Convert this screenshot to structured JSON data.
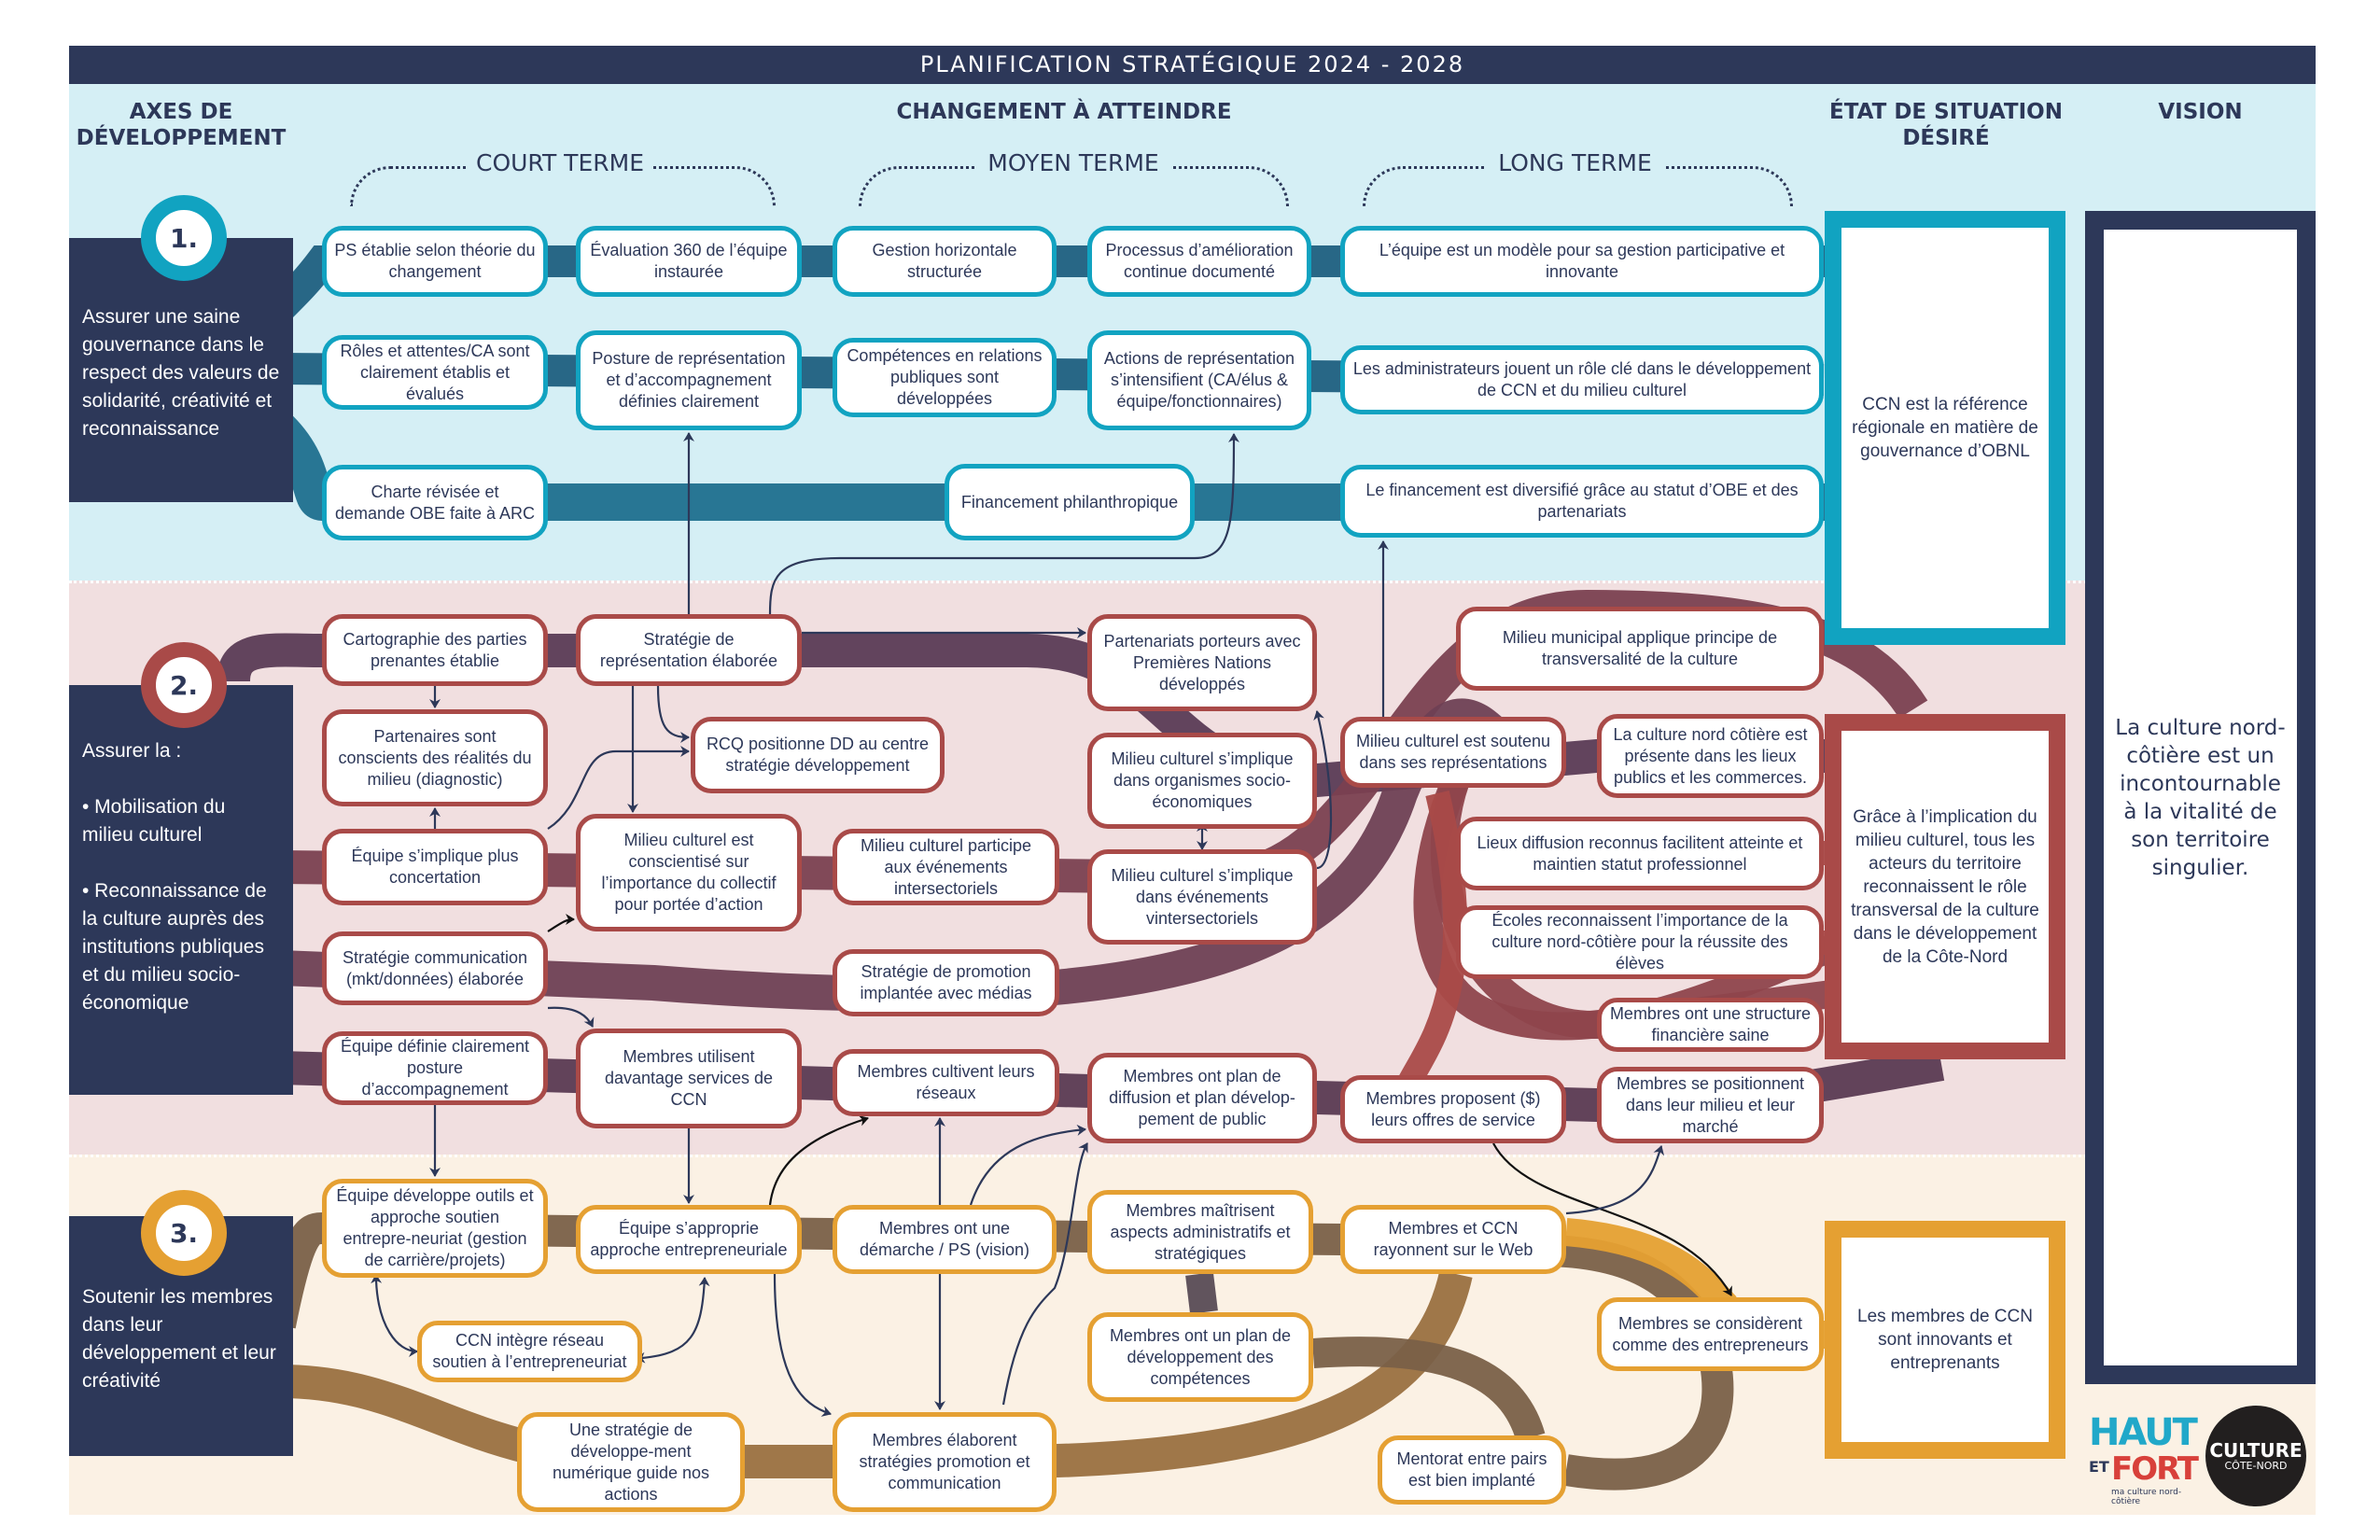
{
  "title": "PLANIFICATION STRATÉGIQUE 2024 - 2028",
  "columns": {
    "axes": "AXES DE\nDÉVELOPPEMENT",
    "changement": "CHANGEMENT À ATTEINDRE",
    "etat": "ÉTAT DE SITUATION\nDÉSIRÉ",
    "vision": "VISION"
  },
  "terms": {
    "court": "COURT TERME",
    "moyen": "MOYEN TERME",
    "long": "LONG TERME"
  },
  "colors": {
    "teal": "#11a3c1",
    "red": "#a94a48",
    "orange": "#e5a032",
    "navy": "#2d3859"
  },
  "axes": [
    {
      "number": "1.",
      "text": "Assurer une saine gouvernance dans le respect des valeurs de solidarité, créativité et reconnaissance"
    },
    {
      "number": "2.",
      "text": "Assurer la :\n\n• Mobilisation du milieu culturel\n\n• Reconnaissance de la culture auprès des institutions publiques et du milieu socio-économique"
    },
    {
      "number": "3.",
      "text": "Soutenir les membres dans leur développement et leur créativité"
    }
  ],
  "nodes": {
    "n1a": "PS établie selon théorie du changement",
    "n1b": "Évaluation 360 de l’équipe instaurée",
    "n1c": "Gestion horizontale structurée",
    "n1d": "Processus d’amélioration continue documenté",
    "n1e": "L’équipe est un modèle pour sa gestion participative et innovante",
    "n1f": "Rôles et attentes/CA sont clairement établis et évalués",
    "n1g": "Posture de représentation et d’accompagnement définies clairement",
    "n1h": "Compétences en relations publiques sont développées",
    "n1i": "Actions de représentation s’intensifient (CA/élus & équipe/fonctionnaires)",
    "n1j": "Les administrateurs jouent un rôle clé dans le développement de CCN et du milieu culturel",
    "n1k": "Charte révisée et demande OBE faite à ARC",
    "n1l": "Financement philanthropique",
    "n1m": "Le financement est diversifié grâce au statut d’OBE et des partenariats",
    "n2a": "Cartographie des parties prenantes établie",
    "n2b": "Stratégie de représentation élaborée",
    "n2c": "Partenariats porteurs avec Premières Nations développés",
    "n2d": "Milieu municipal applique principe de transversalité de la culture",
    "n2e": "Partenaires sont conscients des réalités du milieu (diagnostic)",
    "n2f": "RCQ positionne DD au centre stratégie développement",
    "n2g": "Milieu culturel s’implique dans organismes socio-économiques",
    "n2h": "Milieu culturel est soutenu dans ses représentations",
    "n2i": "La culture nord côtière est présente dans les lieux publics et les commerces.",
    "n2j": "Équipe s’implique plus concertation",
    "n2k": "Milieu culturel est conscientisé sur l’importance du collectif pour portée d’action",
    "n2l": "Milieu culturel participe aux événements intersectoriels",
    "n2m": "Milieu culturel s’implique dans événements vintersectoriels",
    "n2n": "Lieux diffusion reconnus facilitent atteinte et maintien statut professionnel",
    "n2o": "Stratégie communication (mkt/données) élaborée",
    "n2p": "Stratégie de promotion implantée avec médias",
    "n2q": "Écoles reconnaissent l’importance de la culture nord-côtière pour la réussite des élèves",
    "n2r": "Membres ont une structure financière saine",
    "n2s": "Équipe définie clairement posture d’accompagnement",
    "n2t": "Membres utilisent davantage services de CCN",
    "n2u": "Membres cultivent leurs réseaux",
    "n2v": "Membres ont plan de diffusion et plan dévelop-pement de public",
    "n2w": "Membres proposent ($) leurs offres de service",
    "n2x": "Membres se positionnent dans leur milieu et leur marché",
    "n3a": "Équipe développe outils et approche soutien entrepre-neuriat (gestion de carrière/projets)",
    "n3b": "Équipe s’approprie approche entrepreneuriale",
    "n3c": "Membres ont une démarche / PS (vision)",
    "n3d": "Membres maîtrisent aspects administratifs et stratégiques",
    "n3e": "Membres et CCN rayonnent sur le Web",
    "n3f": "CCN intègre réseau soutien à l’entrepreneuriat",
    "n3g": "Membres ont un plan de développement des compétences",
    "n3h": "Membres se considèrent comme des entrepreneurs",
    "n3i": "Une stratégie de développe-ment numérique guide nos actions",
    "n3j": "Membres élaborent stratégies promotion et communication",
    "n3k": "Mentorat entre pairs est bien implanté"
  },
  "etats": [
    "CCN est la référence régionale en matière de gouvernance d’OBNL",
    "Grâce à l’implication du milieu culturel, tous les acteurs du territoire reconnaissent le rôle transversal de la culture dans le développement de la Côte-Nord",
    "Les membres de CCN sont innovants et entreprenants"
  ],
  "vision": "La culture nord-côtière est un incontournable à la vitalité de son territoire singulier.",
  "logos": {
    "haut_et_fort": {
      "haut": "HAUT",
      "et": "ET",
      "fort": "FORT",
      "tagline": "ma culture nord-côtière"
    },
    "culture_cote_nord": {
      "line1": "CULTURE",
      "line2": "CÔTE-NORD"
    }
  }
}
